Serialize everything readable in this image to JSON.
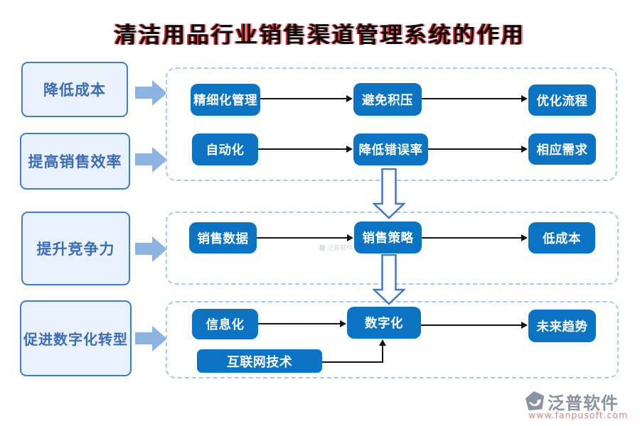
{
  "header": {
    "title": "清洁用品行业销售渠道管理系统的作用"
  },
  "left_goals": [
    {
      "label": "降低成本"
    },
    {
      "label": "提高销售效率"
    },
    {
      "label": "提升竞争力"
    },
    {
      "label": "促进数字化转型"
    }
  ],
  "flow": {
    "panel1": {
      "row1": {
        "c1": "精细化管理",
        "c2": "避免积压",
        "c3": "优化流程"
      },
      "row2": {
        "c1": "自动化",
        "c2": "降低错误率",
        "c3": "相应需求"
      }
    },
    "panel2": {
      "row1": {
        "c1": "销售数据",
        "c2": "销售策略",
        "c3": "低成本"
      }
    },
    "panel3": {
      "row1": {
        "c1": "信息化",
        "c2": "数字化",
        "c3": "未来趋势"
      },
      "extra": "互联网技术"
    }
  },
  "watermark": {
    "label": "泛普软件"
  },
  "logo": {
    "name": "泛普软件",
    "url": "www.fanpusoft.com"
  },
  "colors": {
    "node_blue": "#0a73c2",
    "panel_dash_border": "#a6c9ec",
    "side_box_fill": "#e9f1fb",
    "side_box_border": "#3f7ec6",
    "side_box_text": "#3b6cb8",
    "block_arrow": "#8db3e2",
    "hollow_arrow_stroke": "#4677c4",
    "connector_black": "#141414",
    "title_red": "#d80000",
    "logo_gray": "#8b93a0",
    "logo_url_salmon": "#d6897d"
  }
}
